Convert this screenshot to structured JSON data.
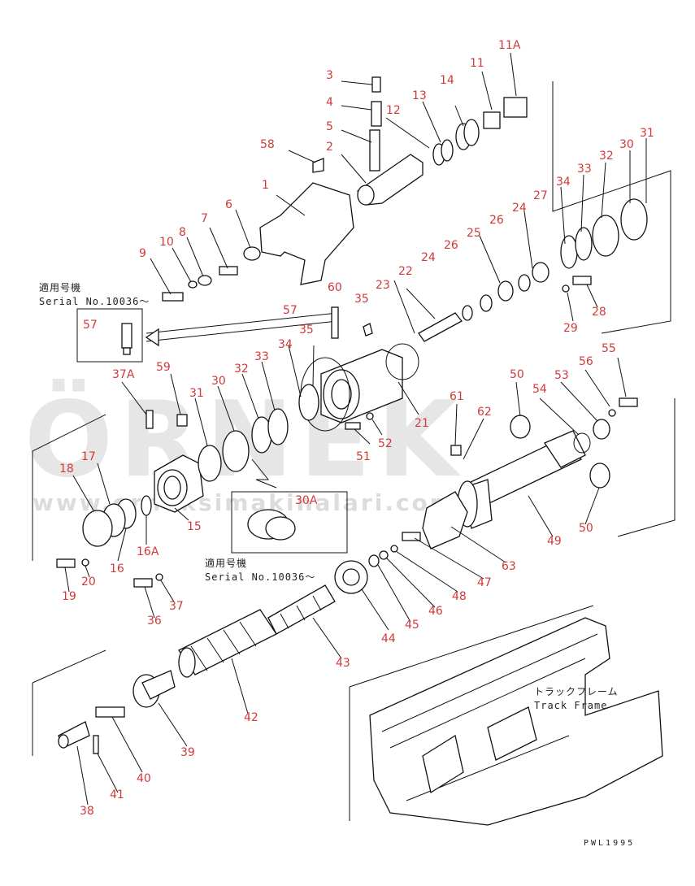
{
  "watermark": {
    "letters": "ÖRNEK",
    "url": "www.orneksimakinalari.com.tr",
    "color": "#e6e6e6"
  },
  "applicability_label": {
    "jp": "適用号機",
    "serial": "Serial No.10036～"
  },
  "track_frame_label": {
    "jp": "トラックフレーム",
    "en": "Track Frame"
  },
  "drawing_code": "PWL1995",
  "part_numbers": {
    "p1": "1",
    "p2": "2",
    "p3": "3",
    "p4": "4",
    "p5": "5",
    "p6": "6",
    "p7": "7",
    "p8": "8",
    "p9": "9",
    "p10": "10",
    "p11": "11",
    "p11A": "11A",
    "p12": "12",
    "p13": "13",
    "p14": "14",
    "p15": "15",
    "p16": "16",
    "p16A": "16A",
    "p17": "17",
    "p18": "18",
    "p19": "19",
    "p20": "20",
    "p21": "21",
    "p22": "22",
    "p23": "23",
    "p24": "24",
    "p24b": "24",
    "p25": "25",
    "p26": "26",
    "p26b": "26",
    "p27": "27",
    "p28": "28",
    "p29": "29",
    "p30": "30",
    "p30b": "30",
    "p30A": "30A",
    "p31": "31",
    "p31b": "31",
    "p32": "32",
    "p32b": "32",
    "p33": "33",
    "p33b": "33",
    "p34": "34",
    "p34b": "34",
    "p35": "35",
    "p35b": "35",
    "p36": "36",
    "p37": "37",
    "p37A": "37A",
    "p38": "38",
    "p39": "39",
    "p40": "40",
    "p41": "41",
    "p42": "42",
    "p43": "43",
    "p44": "44",
    "p45": "45",
    "p46": "46",
    "p47": "47",
    "p48": "48",
    "p49": "49",
    "p50": "50",
    "p50b": "50",
    "p51": "51",
    "p52": "52",
    "p53": "53",
    "p54": "54",
    "p55": "55",
    "p56": "56",
    "p57": "57",
    "p57b": "57",
    "p58": "58",
    "p59": "59",
    "p60": "60",
    "p61": "61",
    "p62": "62",
    "p63": "63"
  },
  "colors": {
    "part_number": "#d23a3a",
    "linework": "#111111"
  }
}
